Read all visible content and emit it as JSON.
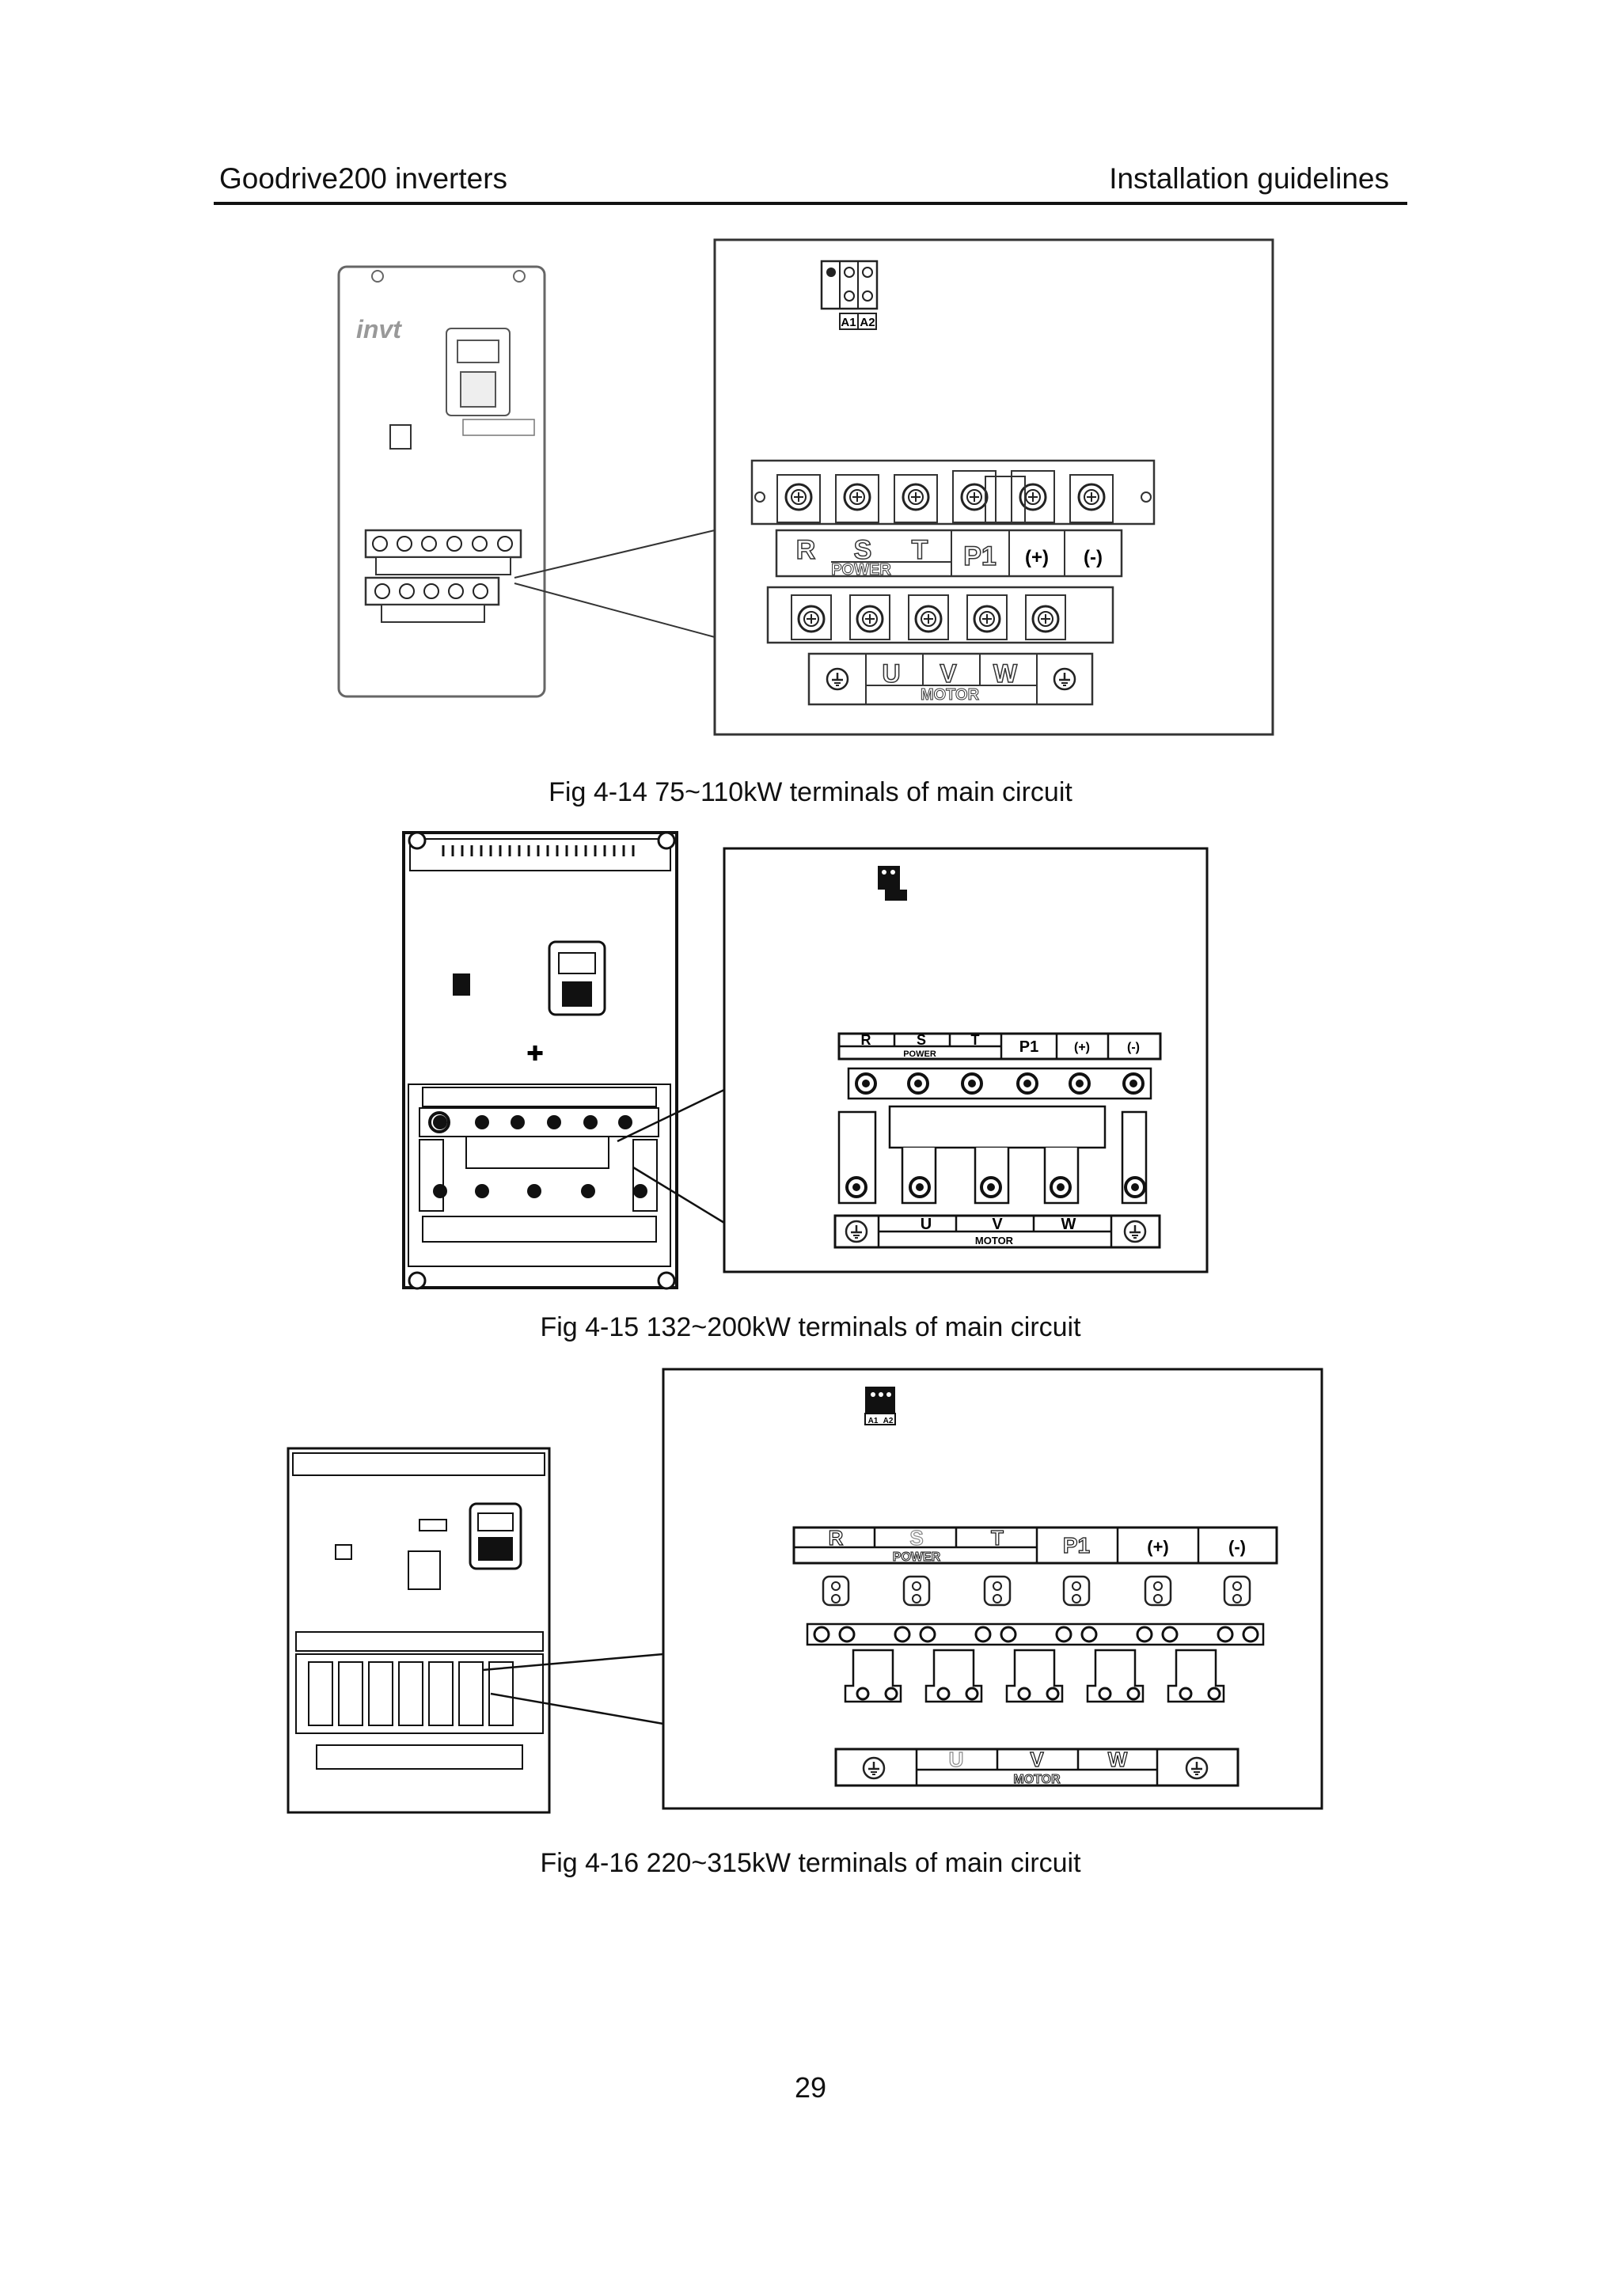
{
  "header": {
    "left": "Goodrive200 inverters",
    "right": "Installation guidelines"
  },
  "figures": [
    {
      "caption": "Fig 4-14 75~110kW terminals of main circuit",
      "logo": "invt",
      "relay_labels": [
        "A1",
        "A2"
      ],
      "power_terminals": [
        "R",
        "S",
        "T",
        "P1",
        "(+)",
        "(-)"
      ],
      "power_group": "POWER",
      "motor_terminals": [
        "U",
        "V",
        "W"
      ],
      "motor_group": "MOTOR",
      "ground_icon": "ground-icon"
    },
    {
      "caption": "Fig 4-15 132~200kW terminals of main circuit",
      "power_terminals": [
        "R",
        "S",
        "T",
        "P1",
        "(+)",
        "(-)"
      ],
      "power_group": "POWER",
      "motor_terminals": [
        "U",
        "V",
        "W"
      ],
      "motor_group": "MOTOR",
      "ground_icon": "ground-icon"
    },
    {
      "caption": "Fig 4-16 220~315kW terminals of main circuit",
      "relay_labels": [
        "A1",
        "A2"
      ],
      "power_terminals": [
        "R",
        "S",
        "T",
        "P1",
        "(+)",
        "(-)"
      ],
      "power_group": "POWER",
      "motor_terminals": [
        "U",
        "V",
        "W"
      ],
      "motor_group": "MOTOR",
      "ground_icon": "ground-icon"
    }
  ],
  "page_number": "29"
}
